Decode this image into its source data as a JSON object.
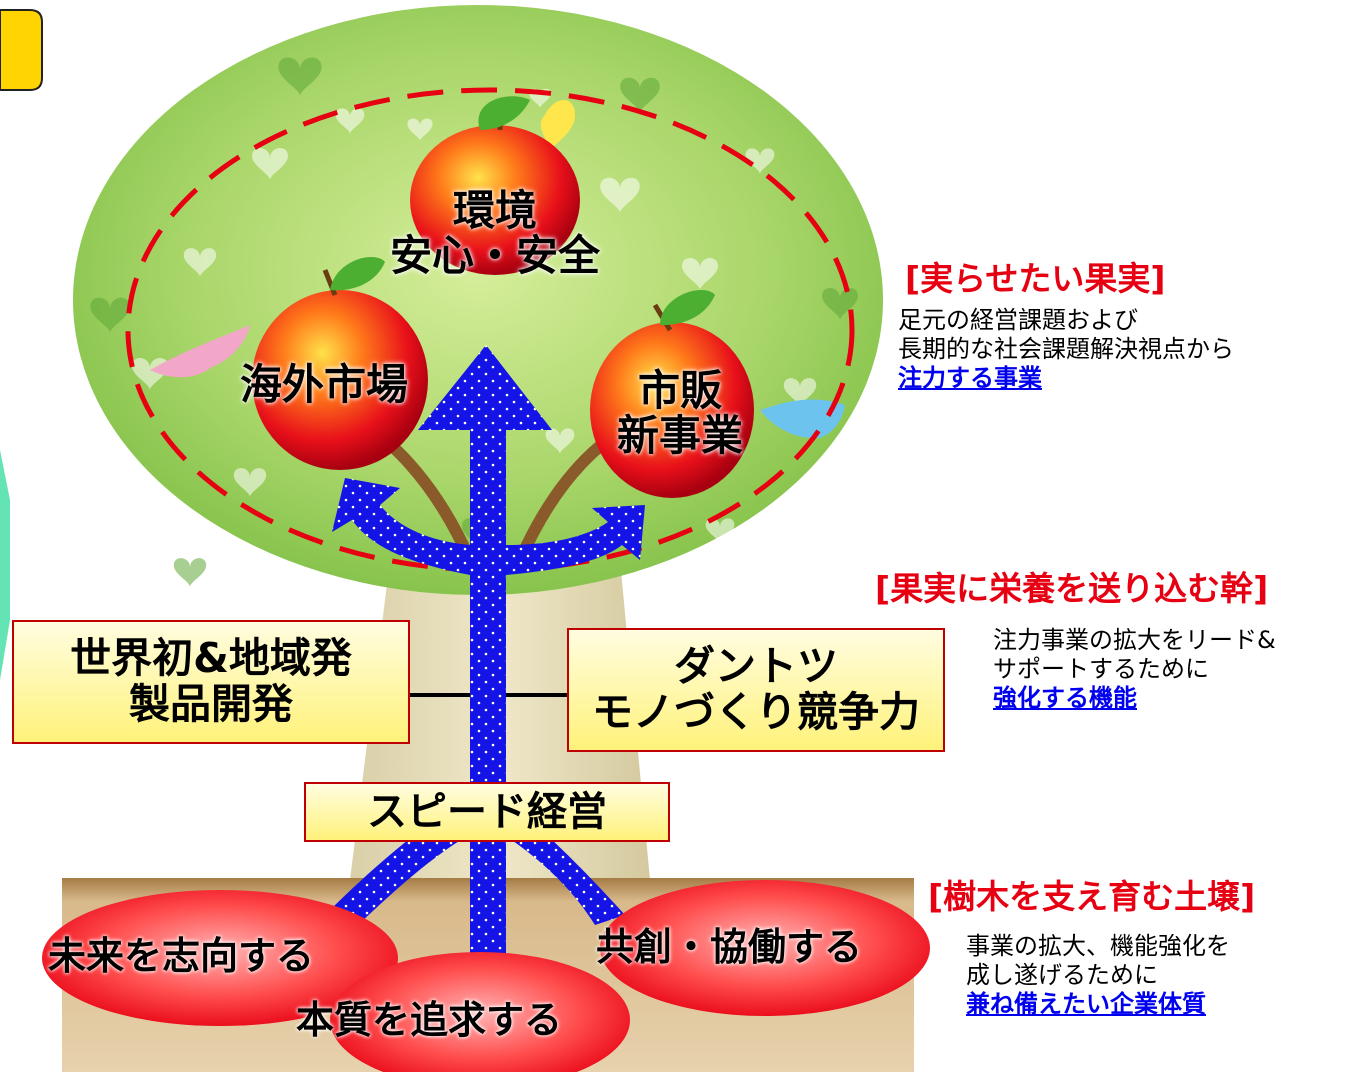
{
  "fruits": {
    "center": [
      "環境",
      "安心・安全"
    ],
    "left": "海外市場",
    "right": [
      "市販",
      "新事業"
    ]
  },
  "trunk_boxes": {
    "left": [
      "世界初&地域発",
      "製品開発"
    ],
    "right": [
      "ダントツ",
      "モノづくり競争力"
    ],
    "center": "スピード経営"
  },
  "soil": {
    "left": "未来を志向する",
    "center": "本質を追求する",
    "right": "共創・協働する"
  },
  "legend": {
    "fruit": {
      "heading": "[実らせたい果実]",
      "lines": [
        "足元の経営課題および",
        "長期的な社会課題解決視点から"
      ],
      "link": "注力する事業"
    },
    "trunk": {
      "heading": "[果実に栄養を送り込む幹]",
      "lines": [
        "注力事業の拡大をリード&",
        "サポートするために"
      ],
      "link": "強化する機能"
    },
    "soil": {
      "heading": "[樹木を支え育む土壌]",
      "lines": [
        "事業の拡大、機能強化を",
        "成し遂げるために"
      ],
      "link": "兼ね備えたい企業体質"
    }
  },
  "colors": {
    "accent_red": "#e60012",
    "arrow_blue": "#1414e6",
    "box_yellow": "#fff27a",
    "link_blue": "#0000ee",
    "soil_brown": "#b58a4e"
  }
}
